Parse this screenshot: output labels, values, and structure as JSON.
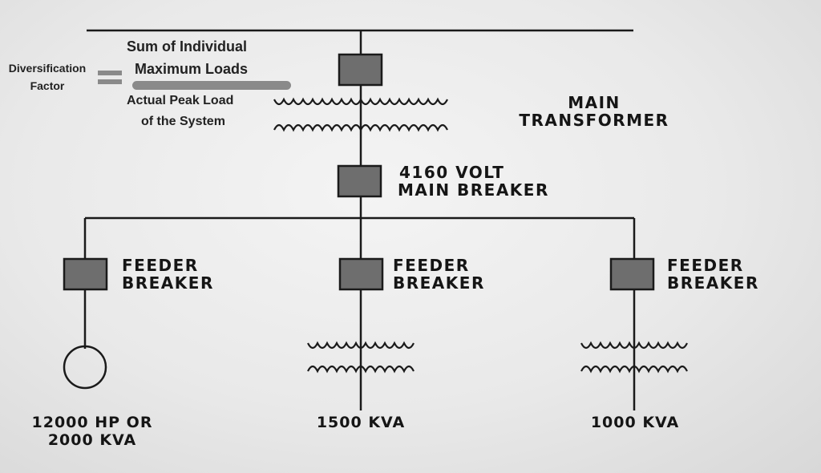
{
  "formula": {
    "left_label_line1": "Diversification",
    "left_label_line2": "Factor",
    "numerator_line1": "Sum of Individual",
    "numerator_line2": "Maximum Loads",
    "denominator_line1": "Actual Peak Load",
    "denominator_line2": "of the System"
  },
  "diagram": {
    "main_transformer_line1": "MAIN",
    "main_transformer_line2": "TRANSFORMER",
    "main_breaker_line1": "4160 VOLT",
    "main_breaker_line2": "MAIN BREAKER",
    "feeders": [
      {
        "line1": "FEEDER",
        "line2": "BREAKER",
        "load_line1": "12000 HP OR",
        "load_line2": "2000 KVA"
      },
      {
        "line1": "FEEDER",
        "line2": "BREAKER",
        "load_line1": "1500 KVA",
        "load_line2": ""
      },
      {
        "line1": "FEEDER",
        "line2": "BREAKER",
        "load_line1": "1000 KVA",
        "load_line2": ""
      }
    ]
  },
  "colors": {
    "line": "#1a1a1a",
    "box_fill": "#6e6e6e",
    "divider": "#8a8a8a",
    "background": "#ececec"
  }
}
